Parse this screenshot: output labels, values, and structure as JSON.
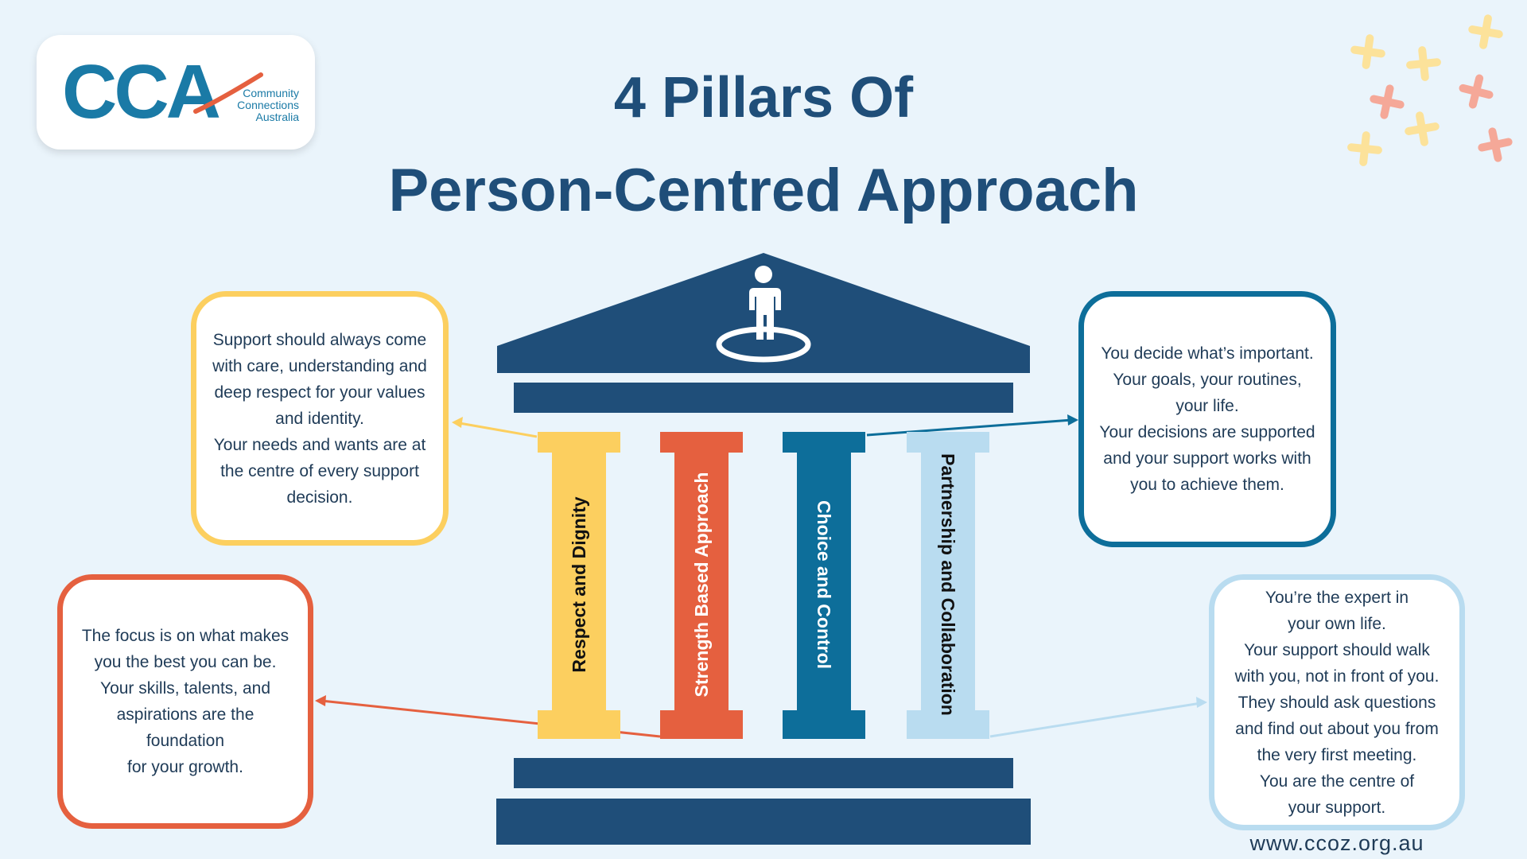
{
  "logo": {
    "mark": "CCA",
    "subtitle": [
      "Community",
      "Connections",
      "Australia"
    ]
  },
  "title": {
    "line1": "4 Pillars Of",
    "line2": "Person-Centred Approach"
  },
  "temple": {
    "icon": "person-icon",
    "pillars": [
      {
        "label": "Respect and Dignity",
        "color": "#fccf5f",
        "text_color": "#111111"
      },
      {
        "label": "Strength Based Approach",
        "color": "#e5603f",
        "text_color": "#ffffff"
      },
      {
        "label": "Choice and Control",
        "color": "#0d6e9a",
        "text_color": "#ffffff"
      },
      {
        "label": "Partnership and Collaboration",
        "color": "#b9dcf0",
        "text_color": "#111111"
      }
    ]
  },
  "callouts": [
    {
      "lines": [
        "Support should always come",
        "with care, understanding and",
        "deep respect for your values",
        "and identity.",
        "Your needs and wants are at",
        "the centre of every support",
        "decision."
      ],
      "color": "#fccf5f"
    },
    {
      "lines": [
        "You decide what’s important.",
        "Your goals, your routines,",
        "your life.",
        "Your decisions are supported",
        "and your support works with",
        "you to achieve them."
      ],
      "color": "#0d6e9a"
    },
    {
      "lines": [
        "The focus is on what makes",
        "you the best you can be.",
        "Your skills, talents, and",
        "aspirations are the foundation",
        "for your growth."
      ],
      "color": "#e5603f"
    },
    {
      "lines": [
        "You’re the expert in",
        "your own life.",
        "Your support should walk",
        "with you, not in front of you.",
        "They should ask questions",
        "and find out about you from",
        "the very first meeting.",
        "You are the centre of",
        "your support."
      ],
      "color": "#b9dcf0"
    }
  ],
  "footer": {
    "url": "www.ccoz.org.au"
  },
  "colors": {
    "navy": "#1f4e79",
    "background": "#eaf4fb",
    "sparkle_yellow": "#fce29a",
    "sparkle_pink": "#f5a898"
  }
}
